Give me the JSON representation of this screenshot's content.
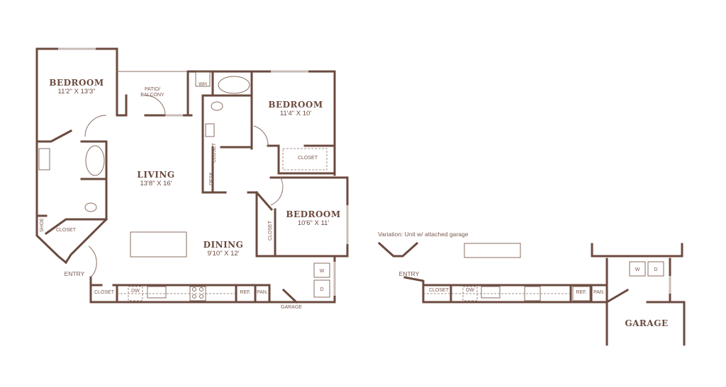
{
  "plan": {
    "rooms": [
      {
        "name": "BEDROOM",
        "dims": "11'2\" X 13'3\""
      },
      {
        "name": "BEDROOM",
        "dims": "11'4\" X 10'"
      },
      {
        "name": "BEDROOM",
        "dims": "10'6\" X 11'"
      },
      {
        "name": "LIVING",
        "dims": "13'8\" X 16'"
      },
      {
        "name": "DINING",
        "dims": "9'10\" X 12'"
      }
    ],
    "labels": {
      "patio": "PATIO/",
      "balcony": "BALCONY",
      "wh": "WH",
      "closet": "CLOSET",
      "shoe": "SHOE",
      "desk": "DESK",
      "entry": "ENTRY",
      "dw": "DW",
      "ref": "REF.",
      "pan": "PAN.",
      "washer": "W",
      "dryer": "D",
      "garage": "GARAGE"
    }
  },
  "variation": {
    "caption": "Variation: Unit w/ attached garage",
    "garage_title": "GARAGE"
  },
  "colors": {
    "wall": "#6b4a3f",
    "text": "#6b4a3f"
  }
}
